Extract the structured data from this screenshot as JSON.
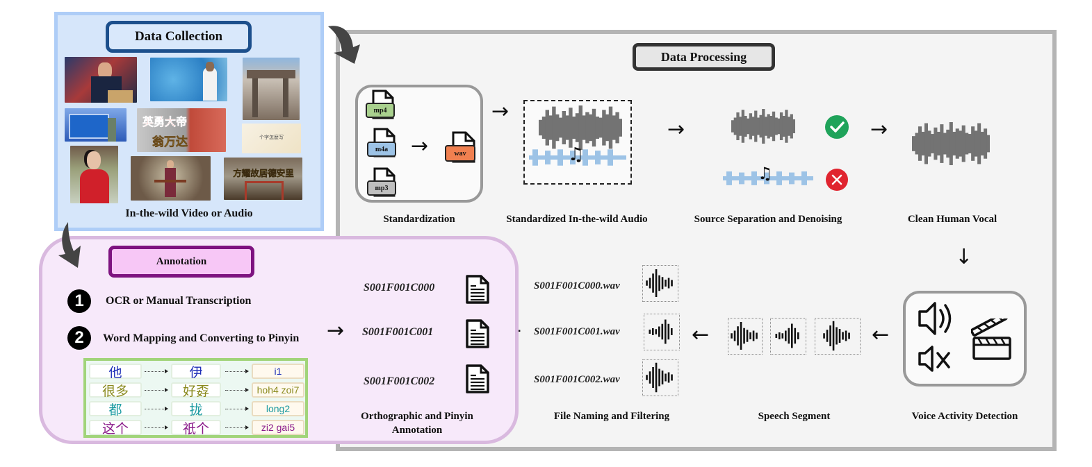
{
  "collection": {
    "title": "Data Collection",
    "caption": "In-the-wild Video or Audio",
    "thumbnails": [
      {
        "name": "news-anchor",
        "overlay": ""
      },
      {
        "name": "weather-map",
        "overlay": ""
      },
      {
        "name": "memorial-arch",
        "overlay": ""
      },
      {
        "name": "tv-studio",
        "overlay": ""
      },
      {
        "name": "emperor-costume",
        "overlay_line1": "英勇大帝",
        "overlay_line2": "翁万达"
      },
      {
        "name": "calligraphy-card",
        "overlay": "个字怎麽写"
      },
      {
        "name": "woman-red-dress",
        "overlay": ""
      },
      {
        "name": "stage-performer",
        "overlay": ""
      },
      {
        "name": "ancestral-gate",
        "overlay": "方耀故居德安里"
      }
    ]
  },
  "processing": {
    "title": "Data Processing",
    "steps": {
      "standardization": "Standardization",
      "standardized_audio": "Standardized In-the-wild Audio",
      "source_separation": "Source Separation and Denoising",
      "clean_vocal": "Clean Human Vocal",
      "vad": "Voice Activity Detection",
      "speech_segment": "Speech Segment",
      "file_naming": "File Naming and Filtering"
    },
    "file_formats": [
      "mp4",
      "m4a",
      "mp3"
    ],
    "output_format": "wav",
    "wav_files": [
      "S001F001C000.wav",
      "S001F001C001.wav",
      "S001F001C002.wav"
    ]
  },
  "annotation": {
    "title": "Annotation",
    "steps": [
      {
        "num": "1",
        "text": "OCR or  Manual Transcription"
      },
      {
        "num": "2",
        "text": "Word Mapping and Converting to Pinyin"
      }
    ],
    "mapping": [
      {
        "mandarin": "他",
        "dialect": "伊",
        "pinyin": "i1",
        "color": "#1f2fb8"
      },
      {
        "mandarin": "很多",
        "dialect": "好孬",
        "pinyin": "hoh4 zoi7",
        "color": "#8a8a1e"
      },
      {
        "mandarin": "都",
        "dialect": "拢",
        "pinyin": "long2",
        "color": "#1a9aa0"
      },
      {
        "mandarin": "这个",
        "dialect": "祇个",
        "pinyin": "zi2 gai5",
        "color": "#8a1a8a"
      }
    ],
    "transcripts": [
      "S001F001C000",
      "S001F001C001",
      "S001F001C002"
    ],
    "caption_line1": "Orthographic and Pinyin",
    "caption_line2": "Annotation"
  },
  "colors": {
    "collection_bg": "#d6e6fa",
    "collection_border": "#1c4f8c",
    "annotation_bg": "#f7e9fa",
    "annotation_border": "#7e1380",
    "processing_bg": "#f4f4f4",
    "mp4": "#a9d18e",
    "m4a": "#9dc3e6",
    "mp3": "#bfbfbf",
    "wav": "#f08050",
    "check": "#1fa35a",
    "cross": "#e0242f",
    "waveform_voice": "#737373",
    "waveform_music": "#9dc3e6"
  }
}
